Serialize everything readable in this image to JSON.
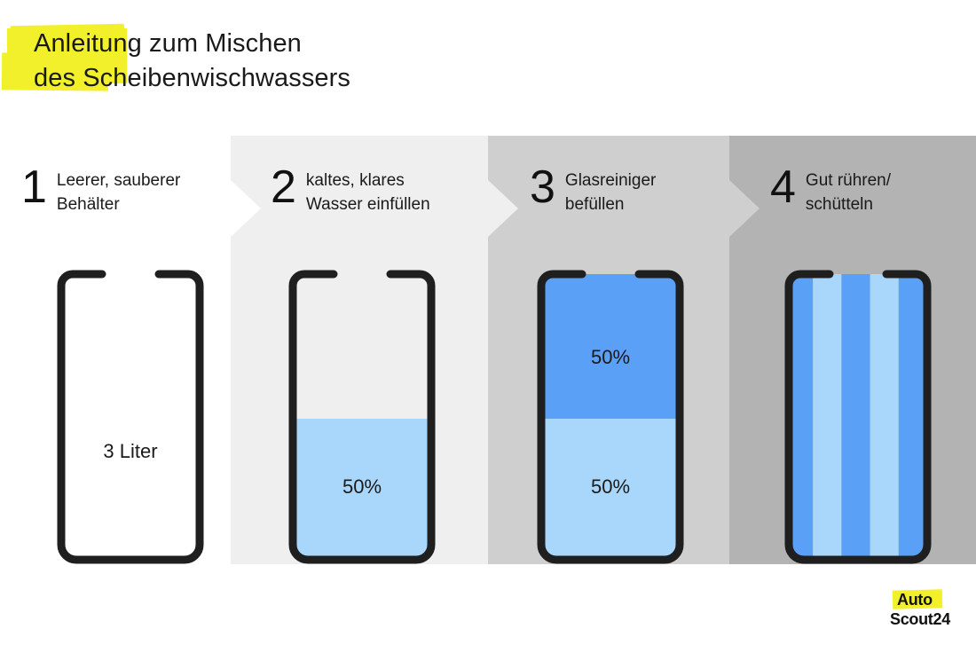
{
  "title": {
    "line1": "Anleitung zum Mischen",
    "line2": "des Scheibenwischwassers",
    "highlight_color": "#f2f02a"
  },
  "steps": [
    {
      "number": "1",
      "label": "Leerer, sauberer\nBehälter",
      "band_color": "#ffffff",
      "container": {
        "name": "empty-container",
        "center_label": "3 Liter",
        "fills": []
      }
    },
    {
      "number": "2",
      "label": "kaltes, klares\nWasser einfüllen",
      "band_color": "#efefef",
      "container": {
        "name": "water-half-filled-container",
        "center_label": "",
        "fills": [
          {
            "label": "50%",
            "color": "#a9d7fb",
            "share": 50,
            "position": "bottom"
          }
        ]
      }
    },
    {
      "number": "3",
      "label": "Glasreiniger\nbefüllen",
      "band_color": "#cfcfcf",
      "container": {
        "name": "cleaner-and-water-container",
        "center_label": "",
        "fills": [
          {
            "label": "50%",
            "color": "#5ba0f7",
            "share": 50,
            "position": "top"
          },
          {
            "label": "50%",
            "color": "#a9d7fb",
            "share": 50,
            "position": "bottom"
          }
        ]
      }
    },
    {
      "number": "4",
      "label": "Gut rühren/\nschütteln",
      "band_color": "#b3b3b3",
      "container": {
        "name": "mixed-container",
        "center_label": "",
        "stripes": [
          "#5ba0f7",
          "#a9d7fb",
          "#5ba0f7",
          "#a9d7fb",
          "#5ba0f7"
        ]
      }
    }
  ],
  "logo": {
    "auto": "Auto",
    "scout": "Scout24",
    "highlight_color": "#f2f02a"
  },
  "colors": {
    "outline": "#1f1f1f",
    "water_light": "#a9d7fb",
    "cleaner_blue": "#5ba0f7",
    "text": "#1a1a1a"
  }
}
